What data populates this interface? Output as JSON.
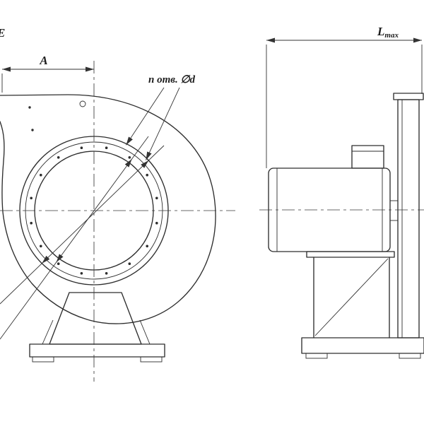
{
  "page": {
    "background": "#ffffff"
  },
  "drawing": {
    "type": "technical-drawing",
    "subject": "centrifugal-fan-two-view-dimension-drawing",
    "line_color": "#2e2e2e",
    "dim_color": "#333333"
  },
  "labels": {
    "corner_letter": "E",
    "dim_a": "A",
    "holes_note": "n отв. ∅d",
    "lmax_main": "L",
    "lmax_sub": "max"
  }
}
